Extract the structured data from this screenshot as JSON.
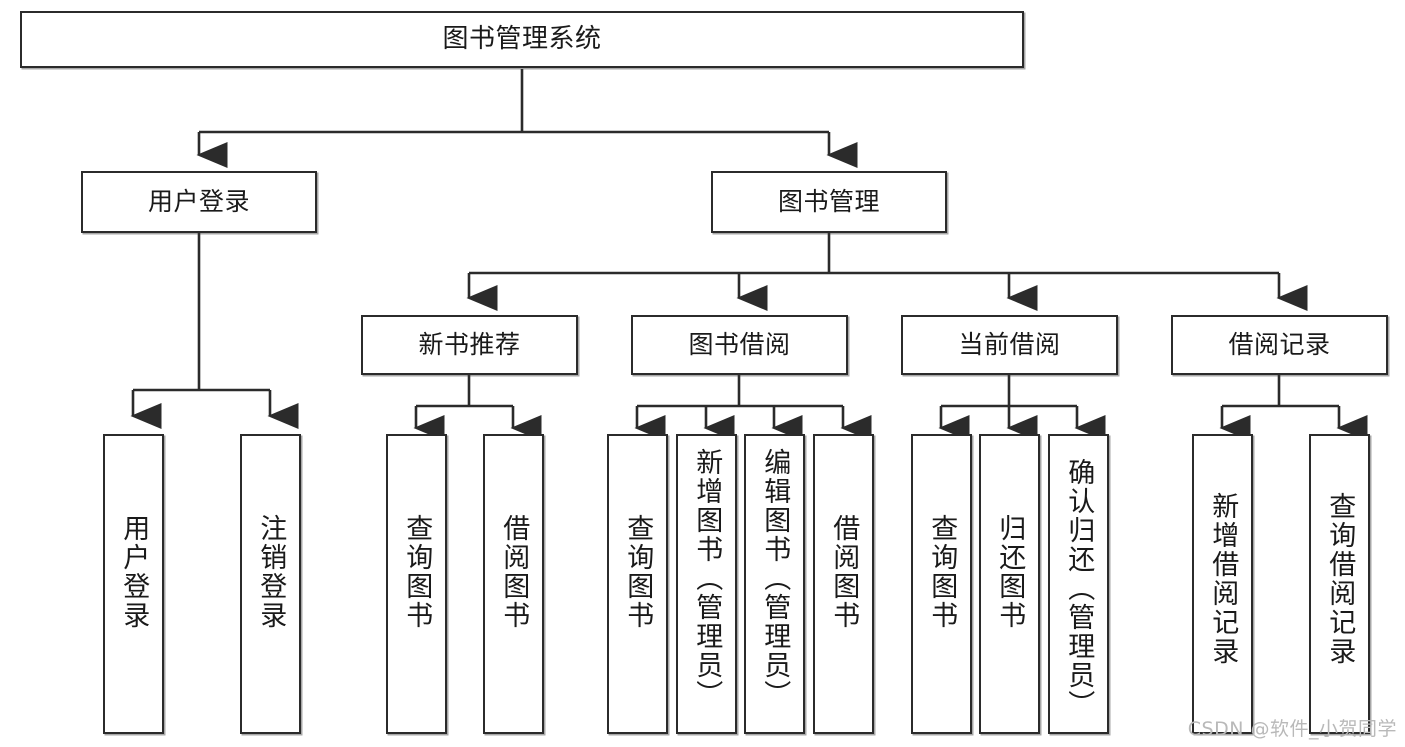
{
  "diagram": {
    "title": "图书管理系统",
    "type": "tree",
    "root": {
      "label": "图书管理系统"
    },
    "level2": [
      {
        "label": "用户登录"
      },
      {
        "label": "图书管理"
      }
    ],
    "level3": [
      {
        "label": "新书推荐"
      },
      {
        "label": "图书借阅"
      },
      {
        "label": "当前借阅"
      },
      {
        "label": "借阅记录"
      }
    ],
    "leaves": {
      "user_login": [
        {
          "label": "用户登录"
        },
        {
          "label": "注销登录"
        }
      ],
      "new_book": [
        {
          "label": "查询图书"
        },
        {
          "label": "借阅图书"
        }
      ],
      "borrow_book": [
        {
          "label": "查询图书"
        },
        {
          "label": "新增图书（管理员）"
        },
        {
          "label": "编辑图书（管理员）"
        },
        {
          "label": "借阅图书"
        }
      ],
      "current_borrow": [
        {
          "label": "查询图书"
        },
        {
          "label": "归还图书"
        },
        {
          "label": "确认归还（管理员）"
        }
      ],
      "borrow_record": [
        {
          "label": "新增借阅记录"
        },
        {
          "label": "查询借阅记录"
        }
      ]
    }
  },
  "watermark": {
    "text": "CSDN @软件_小贺同学"
  },
  "colors": {
    "border": "#2b2b2b",
    "background": "#ffffff",
    "text": "#1a1a1a",
    "watermark": "#b9b9b9"
  }
}
